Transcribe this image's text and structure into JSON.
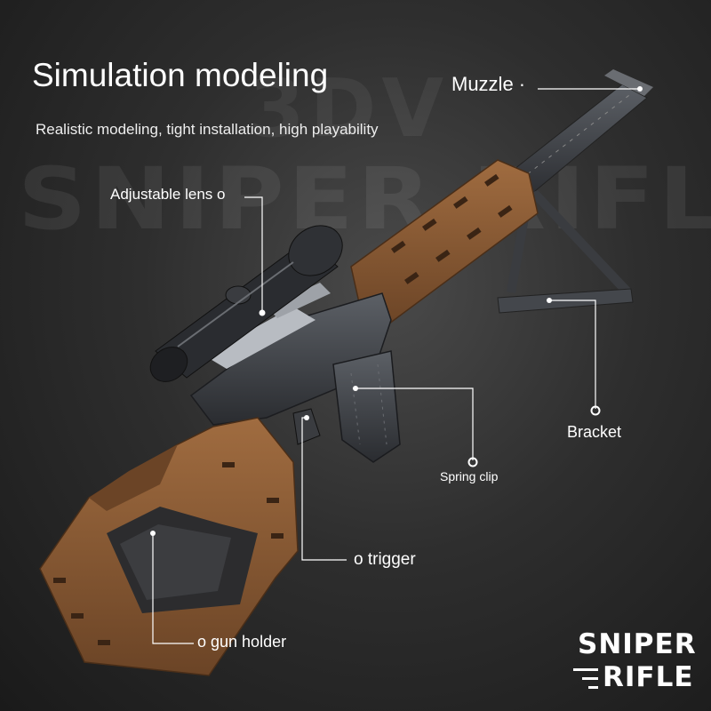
{
  "watermark": {
    "line1": "3DV",
    "line2": "SNIPER RIFLE"
  },
  "heading": {
    "title": "Simulation modeling",
    "subtitle": "Realistic modeling, tight installation, high playability"
  },
  "callouts": {
    "muzzle": "Muzzle ·",
    "lens": "Adjustable lens o",
    "bracket": "Bracket",
    "spring_clip": "Spring clip",
    "trigger": "o trigger",
    "gun_holder": "o gun holder"
  },
  "logo": {
    "line1": "SNIPER",
    "line2": "RIFLE"
  },
  "colors": {
    "wood": "#8a5a33",
    "wood_dark": "#6b4426",
    "metal": "#3c3f44",
    "metal_light": "#5a5d62"
  }
}
